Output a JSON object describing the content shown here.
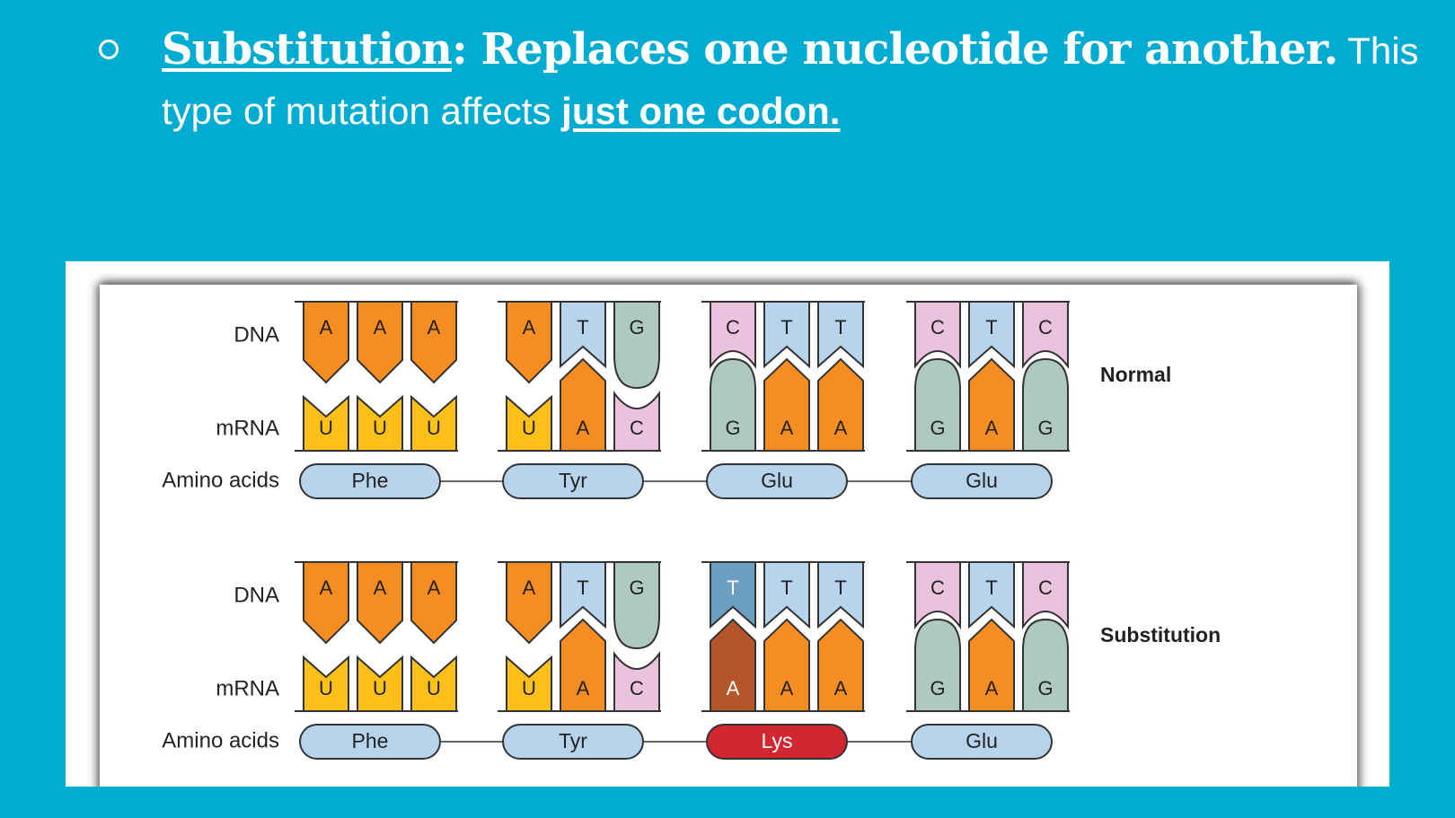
{
  "heading": {
    "term": "Substitution",
    "colon_sentence": ": Replaces one nucleotide for another.",
    "body_lead": " This type of mutation affects ",
    "emphasis": "just one codon."
  },
  "diagram": {
    "row_labels": {
      "dna": "DNA",
      "mrna": "mRNA",
      "amino": "Amino acids"
    },
    "colors": {
      "A": "#f58d23",
      "U": "#fdc018",
      "T": "#b8d4ec",
      "G": "#aec9bd",
      "C": "#ebc2de",
      "mutant_T": "#6a9ec2",
      "mutant_A": "#b5562a",
      "amino": "#b8d4ec",
      "mutant_amino": "#d22630"
    },
    "panels": [
      {
        "label": "Normal",
        "dna": [
          "A",
          "A",
          "A",
          "A",
          "T",
          "G",
          "C",
          "T",
          "T",
          "C",
          "T",
          "C"
        ],
        "mrna": [
          "U",
          "U",
          "U",
          "U",
          "A",
          "C",
          "G",
          "A",
          "A",
          "G",
          "A",
          "G"
        ],
        "amino_acids": [
          "Phe",
          "Tyr",
          "Glu",
          "Glu"
        ],
        "mutated_index": null
      },
      {
        "label": "Substitution",
        "dna": [
          "A",
          "A",
          "A",
          "A",
          "T",
          "G",
          "T",
          "T",
          "T",
          "C",
          "T",
          "C"
        ],
        "mrna": [
          "U",
          "U",
          "U",
          "U",
          "A",
          "C",
          "A",
          "A",
          "A",
          "G",
          "A",
          "G"
        ],
        "amino_acids": [
          "Phe",
          "Tyr",
          "Lys",
          "Glu"
        ],
        "mutated_index": 6,
        "mutated_codon": 2
      }
    ]
  }
}
